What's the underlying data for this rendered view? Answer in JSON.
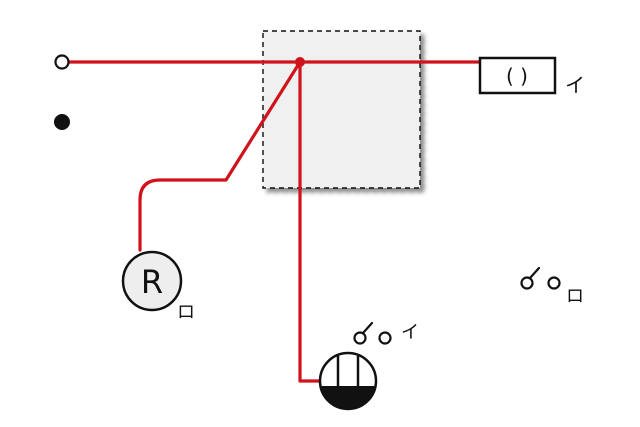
{
  "colors": {
    "wire": "#d0121b",
    "outline": "#111111",
    "junction_box_fill": "#f0f0f0",
    "receptacle_fill": "#eeeeee",
    "lamp_base_fill": "#111111"
  },
  "receptacle": {
    "symbol": "R",
    "label": "ロ"
  },
  "outlet": {
    "symbol": "( )",
    "label": "イ"
  },
  "switch_i": {
    "label": "イ"
  },
  "switch_ro": {
    "label": "ロ"
  },
  "icons": {
    "supply_open_terminal": "open-circle-terminal",
    "supply_closed_terminal": "filled-circle-terminal",
    "switch": "contact-switch-symbol",
    "lamp": "lamp-holder-symbol"
  }
}
